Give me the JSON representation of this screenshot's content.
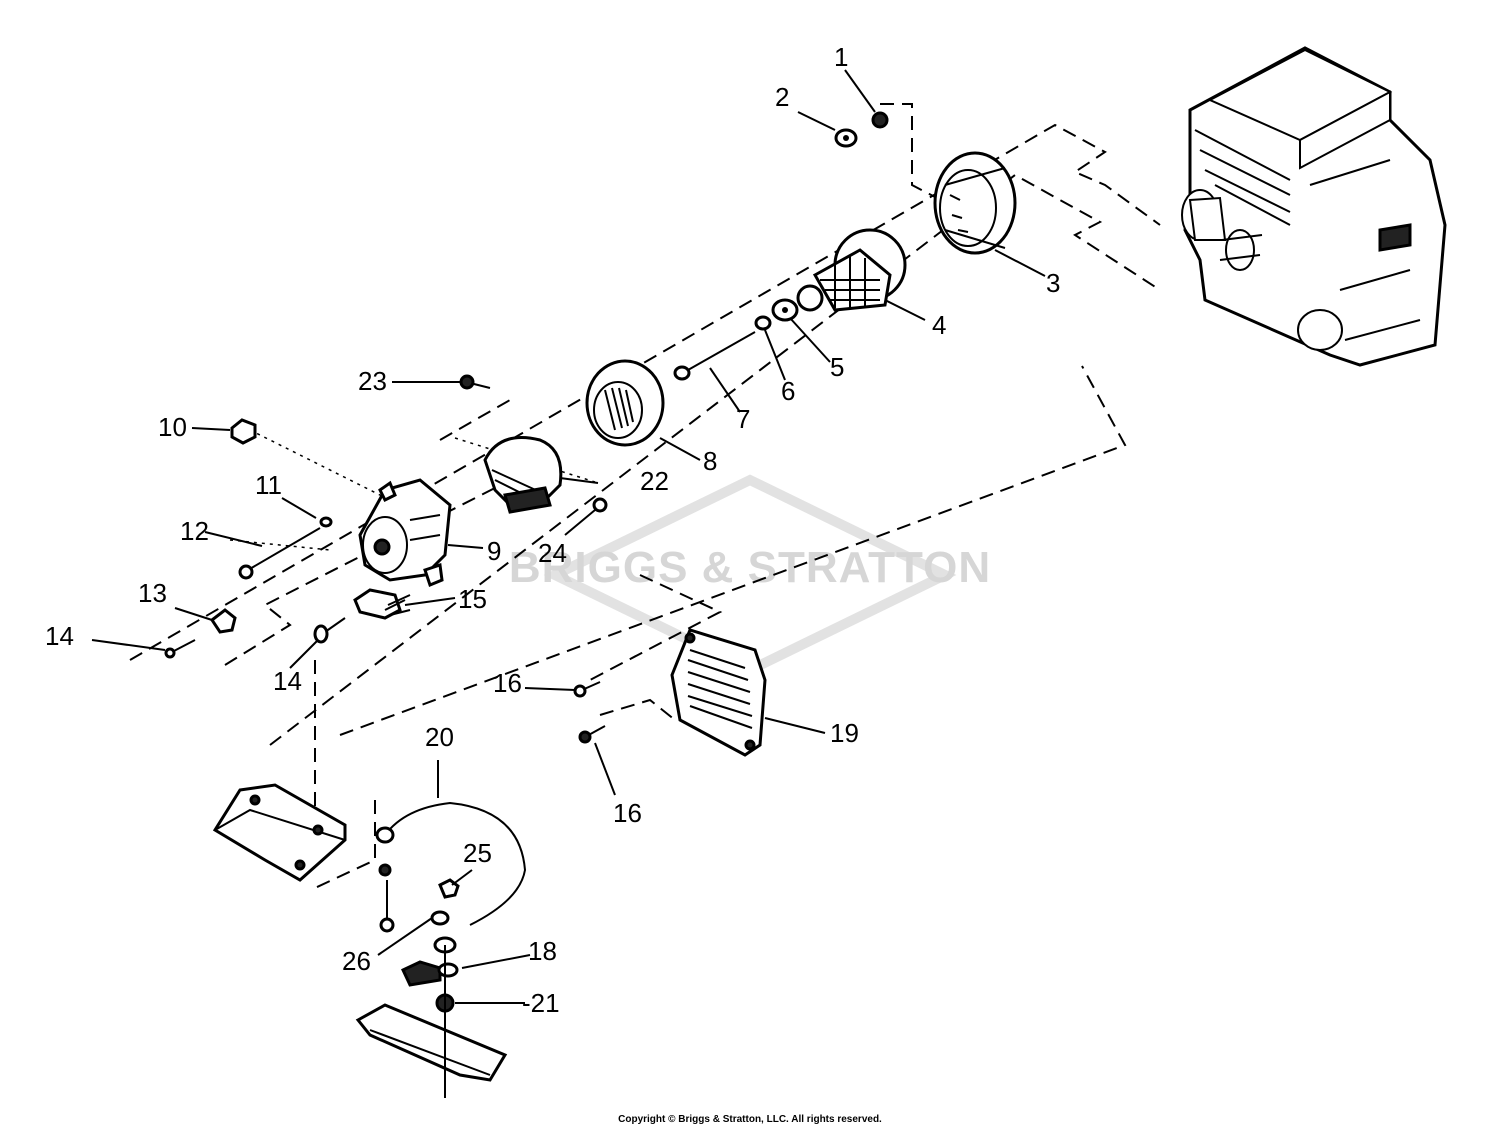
{
  "watermark": "BRIGGS & STRATTON",
  "copyright": "Copyright © Briggs & Stratton, LLC. All rights reserved.",
  "callouts": [
    {
      "id": "c1",
      "label": "1"
    },
    {
      "id": "c2",
      "label": "2"
    },
    {
      "id": "c3",
      "label": "3"
    },
    {
      "id": "c4",
      "label": "4"
    },
    {
      "id": "c5",
      "label": "5"
    },
    {
      "id": "c6",
      "label": "6"
    },
    {
      "id": "c7",
      "label": "7"
    },
    {
      "id": "c8",
      "label": "8"
    },
    {
      "id": "c9",
      "label": "9"
    },
    {
      "id": "c10",
      "label": "10"
    },
    {
      "id": "c11",
      "label": "11"
    },
    {
      "id": "c12",
      "label": "12"
    },
    {
      "id": "c13",
      "label": "13"
    },
    {
      "id": "c14a",
      "label": "14"
    },
    {
      "id": "c14b",
      "label": "14"
    },
    {
      "id": "c15",
      "label": "15"
    },
    {
      "id": "c16a",
      "label": "16"
    },
    {
      "id": "c16b",
      "label": "16"
    },
    {
      "id": "c18",
      "label": "18"
    },
    {
      "id": "c19",
      "label": "19"
    },
    {
      "id": "c20",
      "label": "20"
    },
    {
      "id": "c21",
      "label": "-21"
    },
    {
      "id": "c22",
      "label": "22"
    },
    {
      "id": "c23",
      "label": "23"
    },
    {
      "id": "c24",
      "label": "24"
    },
    {
      "id": "c25",
      "label": "25"
    },
    {
      "id": "c26",
      "label": "26"
    }
  ]
}
